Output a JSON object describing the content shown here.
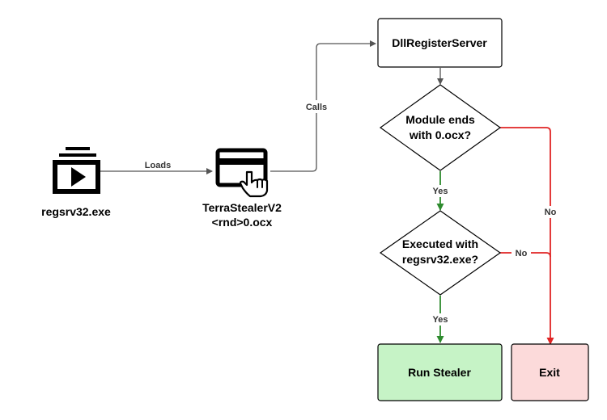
{
  "nodes": {
    "regsrv": {
      "label": "regsrv32.exe"
    },
    "terra": {
      "line1": "TerraStealerV2",
      "line2": "<rnd>0.ocx"
    },
    "dllreg": {
      "label": "DllRegisterServer"
    },
    "decision1": {
      "line1": "Module ends",
      "line2": "with 0.ocx?"
    },
    "decision2": {
      "line1": "Executed with",
      "line2": "regsrv32.exe?"
    },
    "run": {
      "label": "Run Stealer"
    },
    "exit": {
      "label": "Exit"
    }
  },
  "edges": {
    "loads": "Loads",
    "calls": "Calls",
    "yes1": "Yes",
    "no1": "No",
    "no2": "No",
    "yes2": "Yes"
  },
  "colors": {
    "yes": "#2e8b2e",
    "no": "#e02424",
    "line": "#555555",
    "run_fill": "#c6f3c6",
    "exit_fill": "#fcdada"
  },
  "icons": {
    "regsrv": "video-playlist-icon",
    "terra": "credit-card-click-icon"
  }
}
